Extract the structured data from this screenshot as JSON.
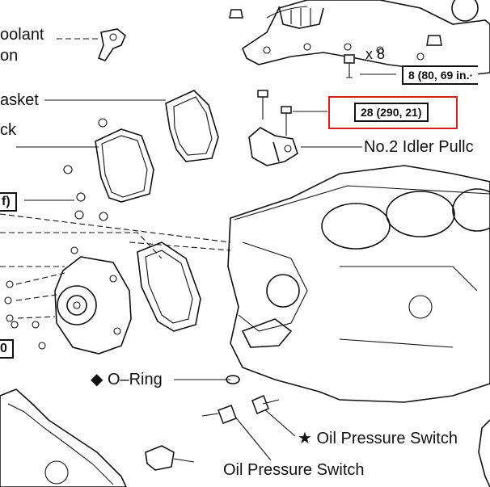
{
  "labels": {
    "coolant_line1": "oolant",
    "coolant_line2": "on",
    "gasket": "asket",
    "block": "ck",
    "torque_left": "f)",
    "torque_left_bottom": "0",
    "x8": "x 8",
    "torque_top_right": "8 (80, 69 in.·",
    "torque_highlighted": "28 (290, 21)",
    "idler_pulley": "No.2 Idler Pullc",
    "oring": "◆ O–Ring",
    "oil_pressure_switch_star": "★ Oil Pressure Switch",
    "oil_pressure_switch": "Oil Pressure Switch"
  },
  "colors": {
    "line": "#111111",
    "highlight": "#d42020",
    "background": "#ffffff"
  }
}
